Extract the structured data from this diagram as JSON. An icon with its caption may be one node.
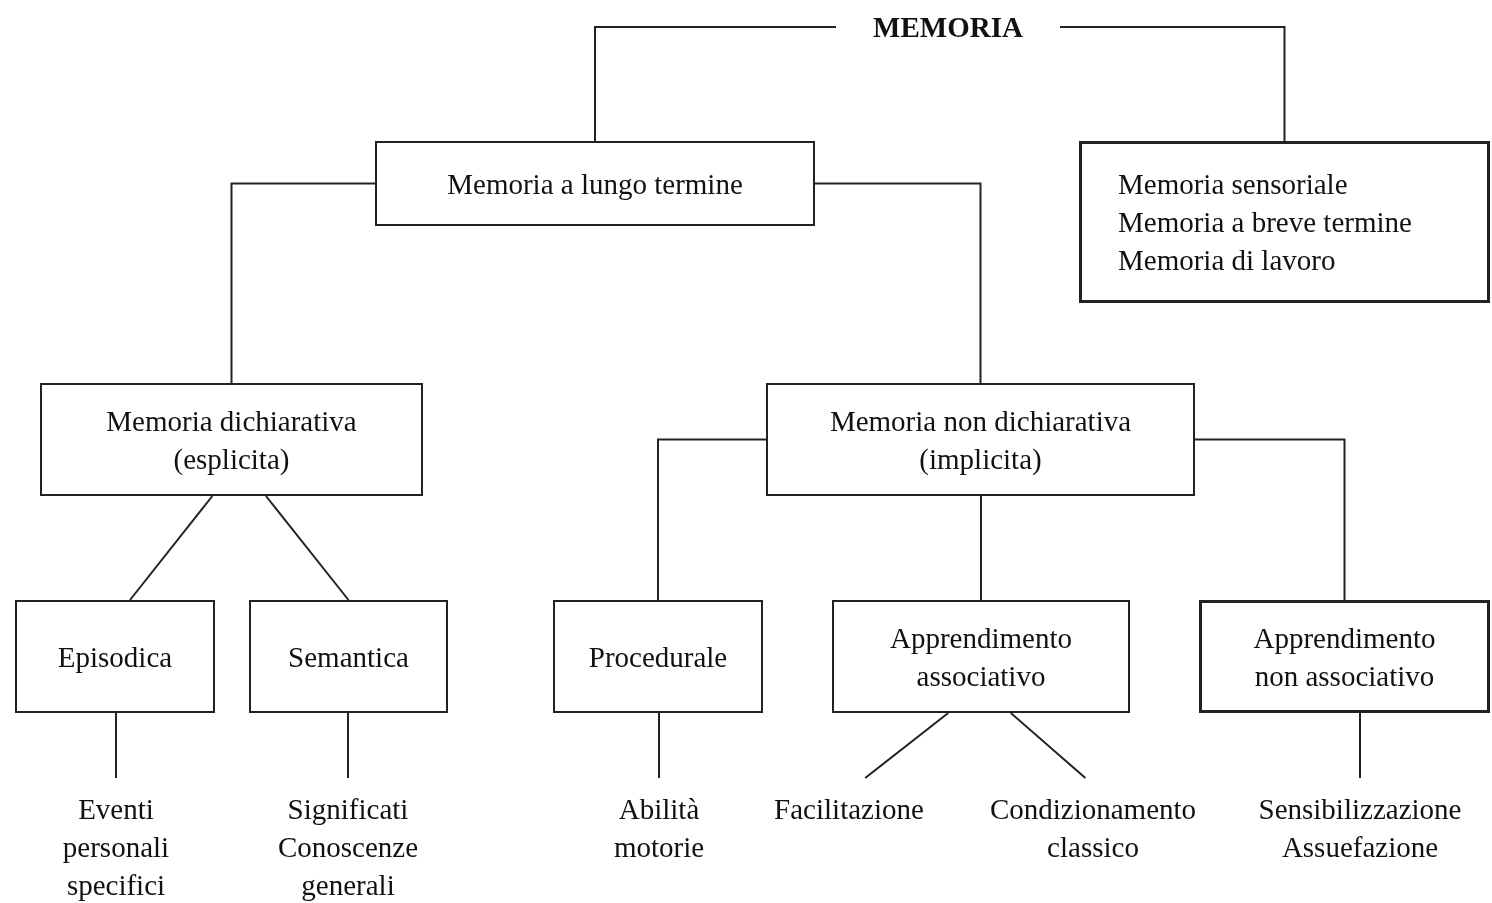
{
  "diagram": {
    "nodes": [
      {
        "text": [
          "MEMORIA"
        ]
      },
      {
        "text": [
          "Memoria a lungo termine"
        ]
      },
      {
        "text": [
          "Memoria sensoriale",
          "Memoria a breve termine",
          "Memoria di lavoro"
        ]
      },
      {
        "text": [
          "Memoria dichiarativa (esplicita)"
        ]
      },
      {
        "text": [
          "Memoria non dichiarativa (implicita)"
        ]
      },
      {
        "text": [
          "Episodica"
        ]
      },
      {
        "text": [
          "Semantica"
        ]
      },
      {
        "text": [
          "Procedurale"
        ]
      },
      {
        "text": [
          "Apprendimento associativo"
        ]
      },
      {
        "text": [
          "Apprendimento non associativo"
        ]
      },
      {
        "text": [
          "Eventi personali specifici"
        ]
      },
      {
        "text": [
          "Significati",
          "Conoscenze generali"
        ]
      },
      {
        "text": [
          "Abilità motorie"
        ]
      },
      {
        "text": [
          "Facilitazione"
        ]
      },
      {
        "text": [
          "Condizionamento classico"
        ]
      },
      {
        "text": [
          "Sensibilizzazione",
          "Assuefazione"
        ]
      }
    ],
    "edges": [
      {
        "from": 0,
        "to": 1,
        "arrow": "none"
      },
      {
        "from": 0,
        "to": 2,
        "arrow": "none"
      },
      {
        "from": 1,
        "to": 3,
        "arrow": "none"
      },
      {
        "from": 1,
        "to": 4,
        "arrow": "none"
      },
      {
        "from": 3,
        "to": 5,
        "arrow": "none"
      },
      {
        "from": 3,
        "to": 6,
        "arrow": "none"
      },
      {
        "from": 4,
        "to": 7,
        "arrow": "none"
      },
      {
        "from": 4,
        "to": 8,
        "arrow": "none"
      },
      {
        "from": 4,
        "to": 9,
        "arrow": "none"
      },
      {
        "from": 5,
        "to": 10,
        "arrow": "none"
      },
      {
        "from": 6,
        "to": 11,
        "arrow": "none"
      },
      {
        "from": 7,
        "to": 12,
        "arrow": "none"
      },
      {
        "from": 8,
        "to": 13,
        "arrow": "none"
      },
      {
        "from": 8,
        "to": 14,
        "arrow": "none"
      },
      {
        "from": 9,
        "to": 15,
        "arrow": "none"
      }
    ]
  }
}
